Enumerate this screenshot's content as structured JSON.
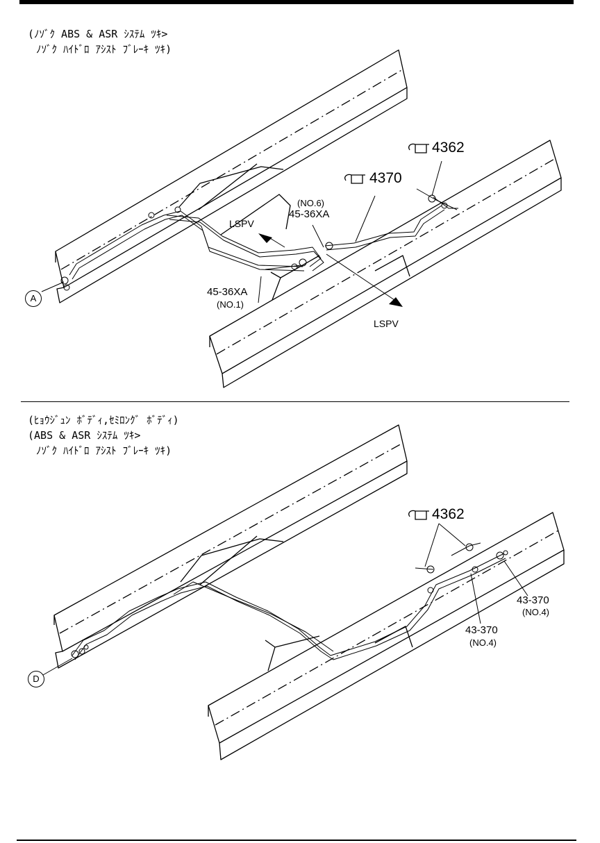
{
  "section1": {
    "header_line1": "(ﾉｿﾞｸ ABS & ASR ｼｽﾃﾑ ﾂｷ>",
    "header_line2": "ﾉｿﾞｸ ﾊｲﾄﾞﾛ ｱｼｽﾄ ﾌﾞﾚｰｷ ﾂｷ)",
    "ref_4362": "4362",
    "ref_4370": "4370",
    "no6": "(NO.6)",
    "part_upper": "45-36XA",
    "part_lower": "45-36XA",
    "no1": "(NO.1)",
    "lspv_upper": "LSPV",
    "lspv_lower": "LSPV",
    "callout": "A"
  },
  "section2": {
    "header_line1": "(ﾋｮｳｼﾞｭﾝ ﾎﾞﾃﾞｨ,ｾﾐﾛﾝｸﾞ ﾎﾞﾃﾞｨ)",
    "header_line2": "(ABS & ASR ｼｽﾃﾑ ﾂｷ>",
    "header_line3": "ﾉｿﾞｸ ﾊｲﾄﾞﾛ ｱｼｽﾄ ﾌﾞﾚｰｷ ﾂｷ)",
    "ref_4362": "4362",
    "part_right": "43-370",
    "no4_right": "(NO.4)",
    "part_left": "43-370",
    "no4_left": "(NO.4)",
    "callout": "D"
  }
}
